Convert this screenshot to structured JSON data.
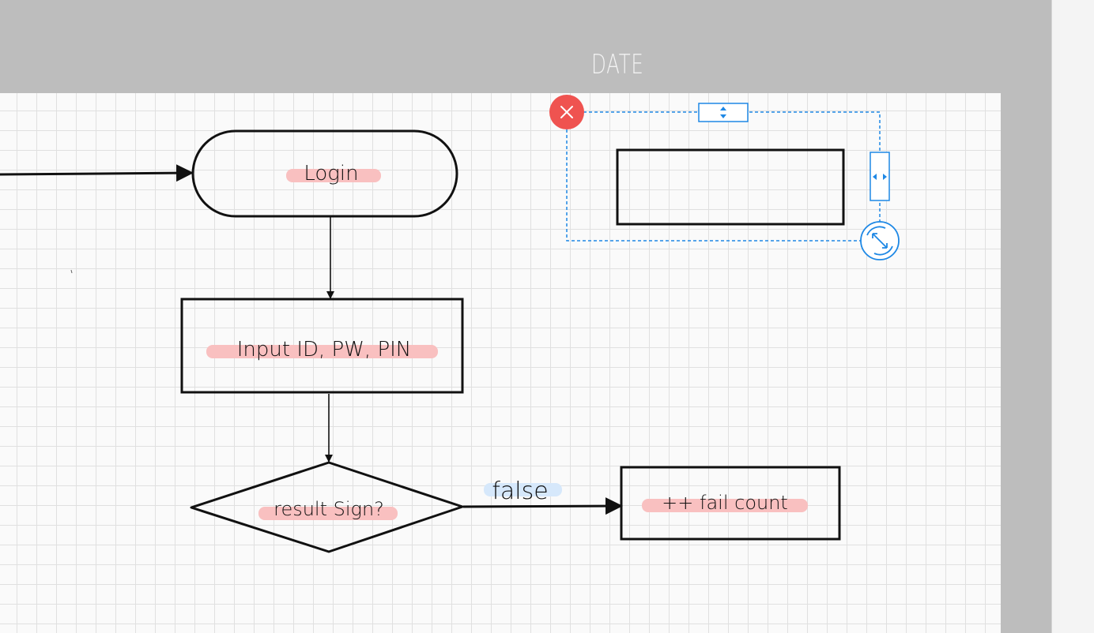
{
  "page": {
    "header_label": "DATE"
  },
  "flowchart": {
    "start_label": "Login",
    "input_label": "Input ID, PW, PIN",
    "decision_label": "result Sign?",
    "false_edge_label": "false",
    "fail_label": "++ fail count"
  },
  "selection": {
    "delete_icon": "close-icon",
    "vertical_resize_icon": "resize-vertical-icon",
    "horizontal_resize_icon": "resize-horizontal-icon",
    "rotate_icon": "rotate-resize-icon",
    "accent_color": "#1e88e5",
    "delete_color": "#ef5350"
  },
  "highlight_colors": {
    "pink": "#f9c0c0",
    "blue": "#d6e8fb"
  }
}
